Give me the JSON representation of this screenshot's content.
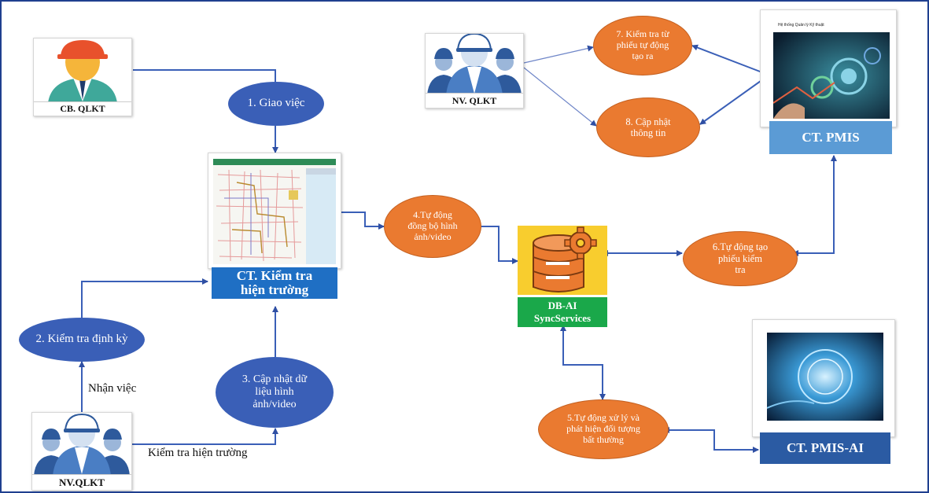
{
  "actors": {
    "cb_qlkt": "CB. QLKT",
    "nv_qlkt_top": "NV. QLKT",
    "nv_qlkt_bottom": "NV.QLKT"
  },
  "systems": {
    "kiem_tra_line1": "CT. Kiểm tra",
    "kiem_tra_line2": "hiện trường",
    "pmis": "CT. PMIS",
    "pmis_ai": "CT. PMIS-AI",
    "db_line1": "DB-AI",
    "db_line2": "SyncServices",
    "pmis_screen_title": "Hệ thống Quản lý Kỹ thuật"
  },
  "steps": {
    "s1": "1. Giao việc",
    "s2": "2. Kiểm tra định kỳ",
    "s3": "3. Cập nhật dữ liệu hình ảnh/video",
    "s4": "4.Tự động đồng bộ hình ảnh/video",
    "s5": "5.Tự động xử lý và phát hiện đối tượng bất thường",
    "s6": "6.Tự động tạo phiếu kiểm tra",
    "s7": "7. Kiểm tra từ phiếu tự động tạo ra",
    "s8": "8. Cập nhật thông tin"
  },
  "labels": {
    "nhan_viec": "Nhận việc",
    "kiem_tra_hien_truong": "Kiểm tra hiện trường"
  },
  "colors": {
    "blue_ellipse": "#3a5fb7",
    "orange_ellipse": "#ea7a30",
    "banner_blue": "#1f6fc4",
    "pmis_banner": "#5b9bd5",
    "db_green": "#1aa84a",
    "connector": "#3a5fb7"
  }
}
